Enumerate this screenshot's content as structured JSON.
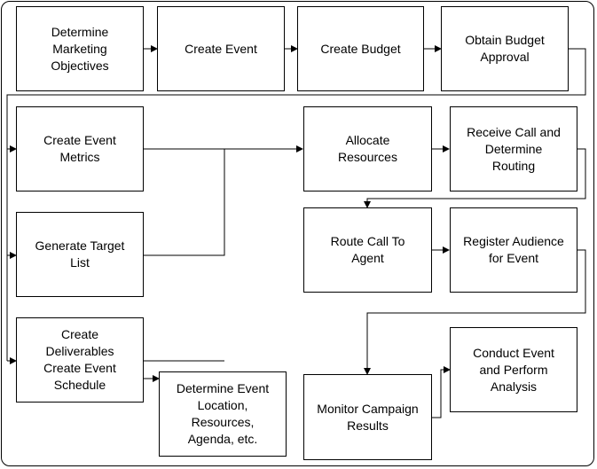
{
  "steps": {
    "marketing_objectives": "Determine\nMarketing\nObjectives",
    "create_event": "Create Event",
    "create_budget": "Create Budget",
    "obtain_budget_approval": "Obtain Budget\nApproval",
    "create_event_metrics": "Create Event\nMetrics",
    "generate_target_list": "Generate Target\nList",
    "create_deliverables": "Create\nDeliverables\nCreate Event\nSchedule",
    "determine_event_location": "Determine Event\nLocation,\nResources,\nAgenda, etc.",
    "allocate_resources": "Allocate\nResources",
    "receive_call": "Receive Call and\nDetermine\nRouting",
    "route_call": "Route Call To\nAgent",
    "register_audience": "Register Audience\nfor Event",
    "monitor_campaign": "Monitor Campaign\nResults",
    "conduct_event": "Conduct Event\nand Perform\nAnalysis"
  },
  "colors": {
    "line": "#000000",
    "box_border": "#000000",
    "background": "#ffffff"
  }
}
